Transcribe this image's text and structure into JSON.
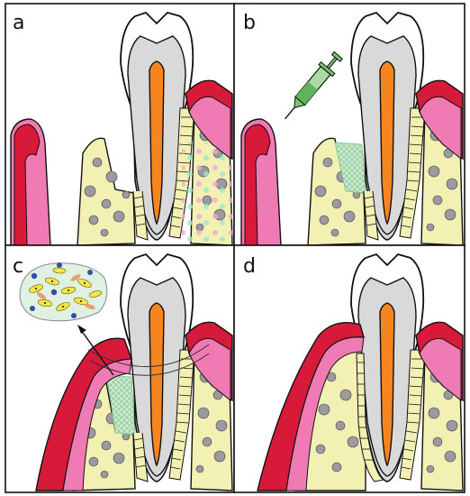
{
  "panels": [
    {
      "label": "a"
    },
    {
      "label": "b"
    },
    {
      "label": "c"
    },
    {
      "label": "d"
    }
  ],
  "colors": {
    "gingiva_dark": "#d7193a",
    "gingiva_light": "#f07ab4",
    "bone": "#f3f0b4",
    "enamel": "#ffffff",
    "dentin": "#d9d9d9",
    "pulp": "#f7851f",
    "scaffold": "#b8dfc0",
    "syringe": "#7cc46e",
    "outline": "#111111",
    "trabecula": "#9a9aa0",
    "cell_yellow": "#f2e64a",
    "cell_blue": "#3a4aa8"
  },
  "icons": [
    "syringe-icon",
    "tissue-scaffold-inset",
    "arrow-icon"
  ]
}
